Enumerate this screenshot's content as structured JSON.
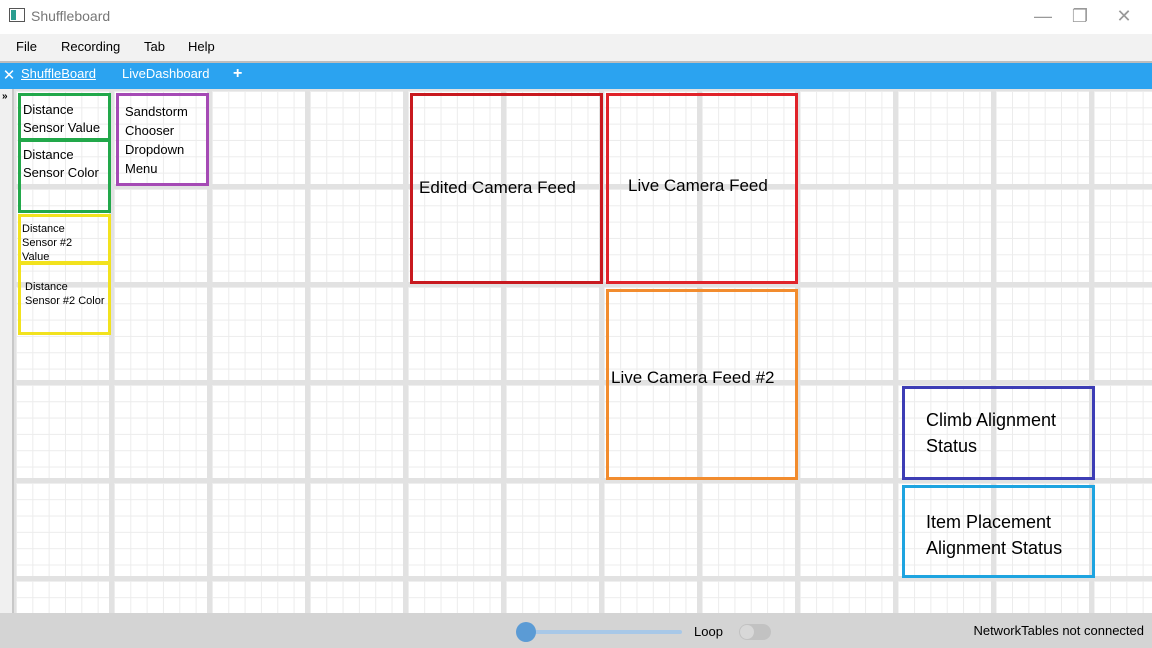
{
  "window": {
    "title": "Shuffleboard",
    "minimize": "—",
    "maximize": "❐",
    "close": "✕"
  },
  "menu": {
    "items": [
      "File",
      "Recording",
      "Tab",
      "Help"
    ]
  },
  "tabs": {
    "close_glyph": "✕",
    "items": [
      "ShuffleBoard",
      "LiveDashboard"
    ],
    "add_glyph": "+"
  },
  "sidepanel": {
    "expand_glyph": "»"
  },
  "widgets": {
    "distance_sensor_value": {
      "line1": "Distance",
      "line2": "Sensor Value",
      "color": "#22a84a"
    },
    "distance_sensor_color": {
      "line1": "Distance",
      "line2": "Sensor Color",
      "color": "#22a84a"
    },
    "distance_sensor2_value": {
      "line1": "Distance",
      "line2": "Sensor #2",
      "line3": "Value",
      "color": "#f2e21e"
    },
    "distance_sensor2_color": {
      "line1": "Distance",
      "line2": "Sensor #2 Color",
      "color": "#f2e21e"
    },
    "sandstorm_chooser": {
      "line1": "Sandstorm",
      "line2": "Chooser",
      "line3": "Dropdown",
      "line4": "Menu",
      "color": "#a54ab5"
    },
    "edited_camera_feed": {
      "label": "Edited Camera Feed",
      "color": "#c8191f"
    },
    "live_camera_feed": {
      "label": "Live Camera Feed",
      "color": "#e0232a"
    },
    "live_camera_feed_2": {
      "label": "Live Camera Feed #2",
      "color": "#f28c2e"
    },
    "climb_alignment_status": {
      "line1": "Climb Alignment",
      "line2": "Status",
      "color": "#3d3db5"
    },
    "item_placement_alignment_status": {
      "line1": "Item Placement",
      "line2": "Alignment Status",
      "color": "#1ea4e0"
    }
  },
  "statusbar": {
    "loop_label": "Loop",
    "network_status": "NetworkTables not connected"
  }
}
